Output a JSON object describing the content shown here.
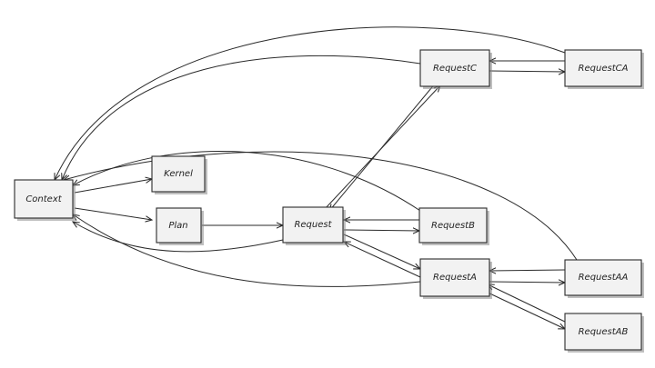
{
  "nodes": {
    "context": "Context",
    "kernel": "Kernel",
    "plan": "Plan",
    "request": "Request",
    "requestC": "RequestC",
    "requestCA": "RequestCA",
    "requestB": "RequestB",
    "requestA": "RequestA",
    "requestAA": "RequestAA",
    "requestAB": "RequestAB"
  }
}
